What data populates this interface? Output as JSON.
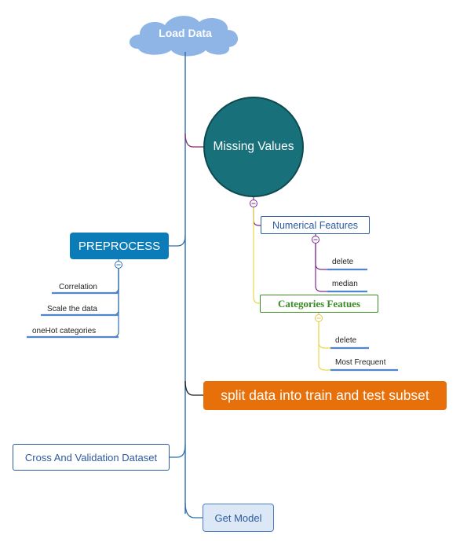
{
  "root": {
    "label": "Load Data"
  },
  "missing_values": {
    "label": "Missing Values",
    "children": [
      {
        "label": "Numerical Features",
        "children": [
          "delete",
          "median"
        ]
      },
      {
        "label": "Categories Featues",
        "children": [
          "delete",
          "Most Frequent"
        ]
      }
    ]
  },
  "preprocess": {
    "label": "PREPROCESS",
    "children": [
      "Correlation",
      "Scale the data",
      "oneHot categories"
    ]
  },
  "split": {
    "label": "split data into train and test subset"
  },
  "cross_validation": {
    "label": "Cross And Validation Dataset"
  },
  "get_model": {
    "label": "Get Model"
  },
  "collapse_symbol": "−",
  "colors": {
    "trunk": "#2e6fae",
    "cloud": "#8fb5e6",
    "missing_branch": "#8a2a6a",
    "numerical_branch": "#7b2a8e",
    "categories_branch": "#e8d84a",
    "split_branch": "#1a1a1a",
    "leaf_underline": "#4f86d0",
    "circle_fill": "#18707a",
    "preprocess_fill": "#0c7cb8",
    "split_fill": "#e8700b"
  }
}
